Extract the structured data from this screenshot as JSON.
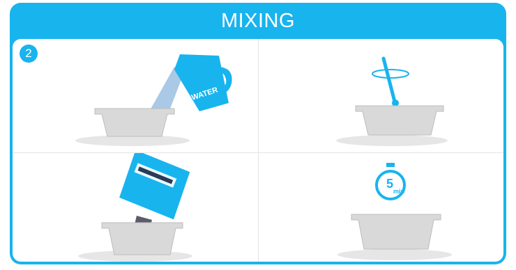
{
  "header": {
    "title": "MIXING"
  },
  "step": {
    "number": "2"
  },
  "panels": {
    "pour_water": {
      "label": "WATER"
    },
    "timer": {
      "minutes": "5",
      "unit": "min"
    }
  },
  "colors": {
    "accent": "#18b4ee",
    "bowl": "#d9d9d9",
    "water": "#a9c9e6",
    "powder": "#5a5c6b"
  }
}
